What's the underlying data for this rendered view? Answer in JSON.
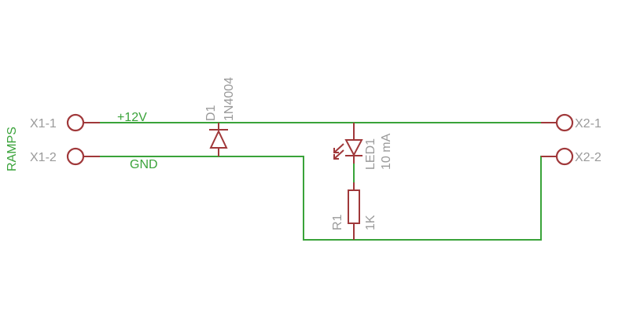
{
  "diagram": {
    "colors": {
      "wire": "#3aa33a",
      "part": "#a0383a",
      "label": "#9a9a9a"
    },
    "board_label": "RAMPS",
    "nets": {
      "positive": "+12V",
      "ground": "GND"
    },
    "connectors": {
      "x1_1": "X1-1",
      "x1_2": "X1-2",
      "x2_1": "X2-1",
      "x2_2": "X2-2"
    },
    "diode": {
      "name": "D1",
      "value": "1N4004"
    },
    "led": {
      "name": "LED1",
      "value": "10 mA"
    },
    "resistor": {
      "name": "R1",
      "value": "1K"
    }
  }
}
